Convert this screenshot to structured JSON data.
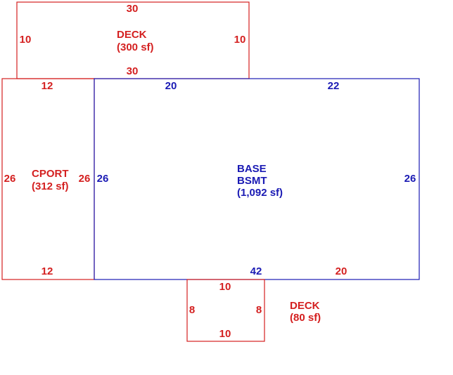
{
  "colors": {
    "addition": "#d42020",
    "base": "#1a1ab4",
    "background": "#ffffff"
  },
  "areas": {
    "deck_top": {
      "label_line1": "DECK",
      "label_line2": "(300 sf)",
      "dim_top": "30",
      "dim_bottom": "30",
      "dim_left": "10",
      "dim_right": "10"
    },
    "carport": {
      "label_line1": "CPORT",
      "label_line2": "(312 sf)",
      "dim_top": "12",
      "dim_bottom": "12",
      "dim_left": "26",
      "dim_right": "26"
    },
    "base": {
      "label_line1": "BASE",
      "label_line2": "BSMT",
      "label_line3": "(1,092 sf)",
      "dim_top_left": "20",
      "dim_top_right": "22",
      "dim_left": "26",
      "dim_right": "26",
      "dim_bottom": "42",
      "dim_bottom_right": "20"
    },
    "deck_bottom": {
      "label_line1": "DECK",
      "label_line2": "(80 sf)",
      "dim_top": "10",
      "dim_bottom": "10",
      "dim_left": "8",
      "dim_right": "8"
    }
  }
}
